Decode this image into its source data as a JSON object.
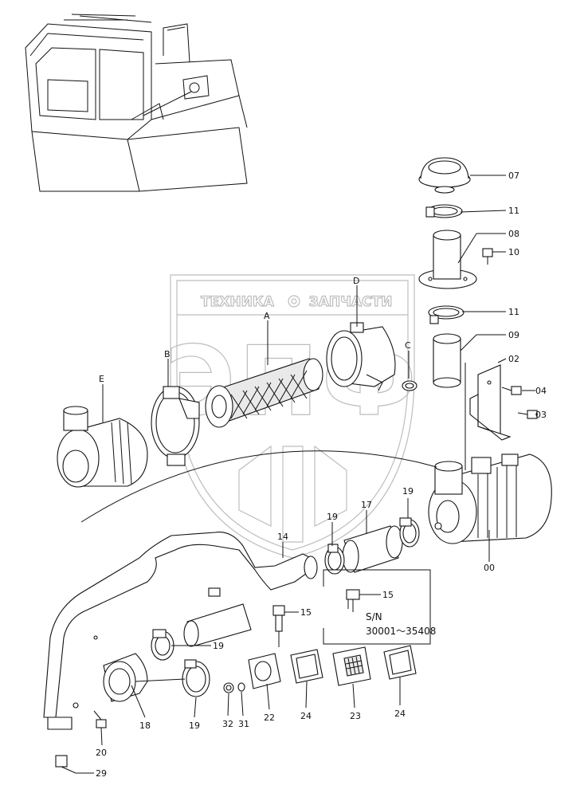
{
  "watermark": {
    "left_text": "ТЕХНИКА",
    "right_text": "ЗАПЧАСТИ",
    "gear": "gear-icon"
  },
  "callouts": {
    "c07": "07",
    "c11a": "11",
    "c08": "08",
    "c10": "10",
    "c11b": "11",
    "c09": "09",
    "c02": "02",
    "c04": "04",
    "c03": "03",
    "c00": "00",
    "c19a": "19",
    "c17": "17",
    "c19b": "19",
    "c14": "14",
    "c15a": "15",
    "c19c": "19",
    "c18": "18",
    "c19d": "19",
    "c32": "32",
    "c31": "31",
    "c22": "22",
    "c24a": "24",
    "c23": "23",
    "c24b": "24",
    "c20": "20",
    "c29": "29",
    "c15b": "15",
    "lA": "A",
    "lB": "B",
    "lC": "C",
    "lD": "D",
    "lE": "E"
  },
  "note": {
    "line1": "S/N",
    "line2": "30001～35408"
  }
}
